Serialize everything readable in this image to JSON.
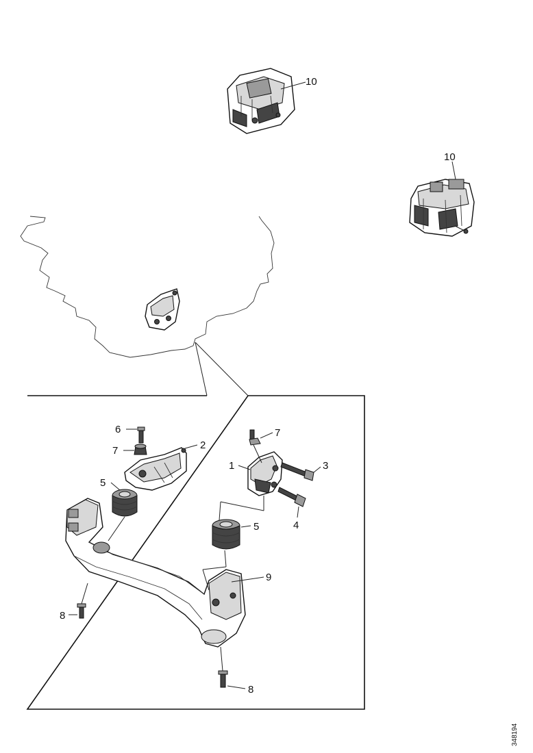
{
  "callouts": {
    "c1": "1",
    "c2": "2",
    "c3": "3",
    "c4": "4",
    "c5a": "5",
    "c5b": "5",
    "c6": "6",
    "c7a": "7",
    "c7b": "7",
    "c8a": "8",
    "c8b": "8",
    "c9": "9",
    "c10a": "10",
    "c10b": "10"
  },
  "document_id": "348194"
}
